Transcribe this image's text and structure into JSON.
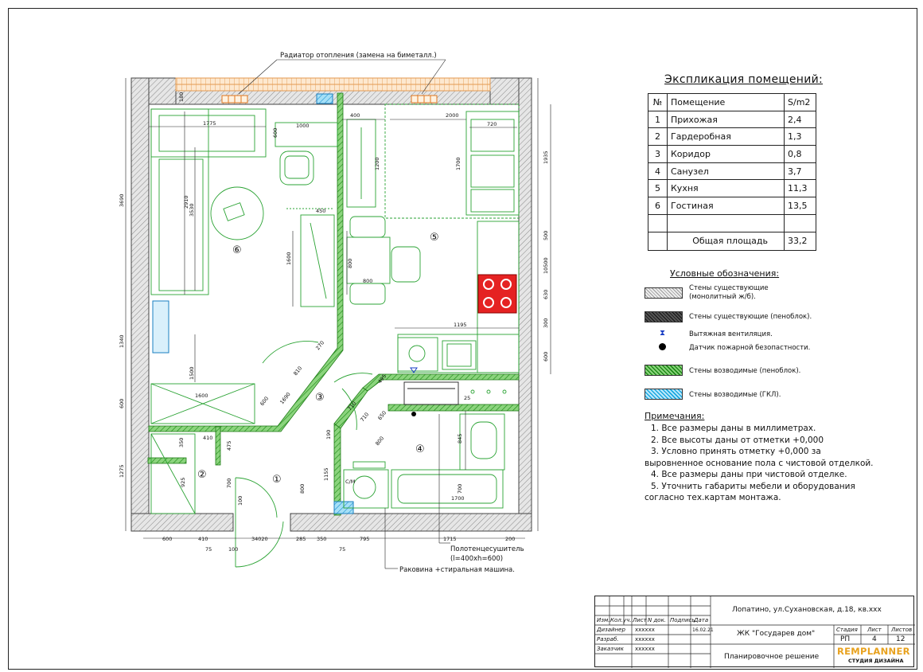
{
  "plan": {
    "radiator_note": "Радиатор отопления (замена на биметалл.)",
    "towel_note": "Полотенцесушитель",
    "towel_size": "(l=400xh=600)",
    "sink_note": "Раковина +стиральная машина.",
    "room_numbers": [
      "①",
      "②",
      "③",
      "④",
      "⑤",
      "⑥"
    ],
    "dims": {
      "d1775": "1775",
      "d1000": "1000",
      "d400": "400",
      "d2000": "2000",
      "d720": "720",
      "d600a": "600",
      "d1200": "1200",
      "d1700": "1700",
      "d3690": "3690",
      "d2910": "2910",
      "d3530": "3530",
      "d450": "450",
      "d1600a": "1600",
      "d800a": "800",
      "d800b": "800",
      "d1935": "1935",
      "d500": "500",
      "d10500": "10500",
      "d630": "630",
      "d300": "300",
      "d600b": "600",
      "d1195": "1195",
      "d1340": "1340",
      "d1500": "1500",
      "d270": "270",
      "d810": "810",
      "d1690": "1690",
      "d600c": "600",
      "d495": "495",
      "d710a": "710",
      "d710b": "710",
      "d650": "650",
      "d475": "475",
      "d350": "350",
      "d410a": "410",
      "d1600b": "1600",
      "d600d": "600",
      "d1275": "1275",
      "d925": "925",
      "d700a": "700",
      "d100": "100",
      "d800c": "800",
      "d1155": "1155",
      "d190": "190",
      "d800d": "800",
      "d845": "845",
      "d700b": "700",
      "d1700b": "1700",
      "d25": "25",
      "d180": "180",
      "b600": "600",
      "b410": "410",
      "b34020": "34020",
      "b285": "285",
      "b350": "350",
      "b795": "795",
      "b1715": "1715",
      "b200": "200",
      "b75a": "75",
      "b100": "100",
      "b75b": "75",
      "cm": "С/М"
    }
  },
  "explication": {
    "title": "Экспликация помещений:",
    "headers": [
      "№",
      "Помещение",
      "S/m2"
    ],
    "rows": [
      {
        "n": "1",
        "name": "Прихожая",
        "area": "2,4"
      },
      {
        "n": "2",
        "name": "Гардеробная",
        "area": "1,3"
      },
      {
        "n": "3",
        "name": "Коридор",
        "area": "0,8"
      },
      {
        "n": "4",
        "name": "Санузел",
        "area": "3,7"
      },
      {
        "n": "5",
        "name": "Кухня",
        "area": "11,3"
      },
      {
        "n": "6",
        "name": "Гостиная",
        "area": "13,5"
      }
    ],
    "total_label": "Общая площадь",
    "total_value": "33,2"
  },
  "legend": {
    "title": "Условные обозначения:",
    "items": [
      {
        "label": "Стены существующие",
        "label2": "(монолитный ж/б).",
        "color": "#9e9e9e"
      },
      {
        "label": "Стены существующие (пеноблок).",
        "label2": "",
        "color": "#555555"
      },
      {
        "label": "Вытяжная вентиляция.",
        "label2": "",
        "color": "#1a3ec4"
      },
      {
        "label": "Датчик пожарной безопастности.",
        "label2": "",
        "color": "#000000"
      },
      {
        "label": "Стены возводимые (пеноблок).",
        "label2": "",
        "color": "#35a62a"
      },
      {
        "label": "Стены возводимые (ГКЛ).",
        "label2": "",
        "color": "#1aa8e0"
      }
    ]
  },
  "notes": {
    "title": "Примечания:",
    "lines": [
      "1.    Все размеры даны в миллиметрах.",
      "2.    Все высоты даны от отметки +0,000",
      "3.    Условно принять отметку +0,000 за",
      "выровненное основание пола с чистовой отделкой.",
      "4.    Все размеры даны при чистовой отделке.",
      "5.    Уточнить габариты мебели и оборудования",
      "согласно тех.картам монтажа."
    ]
  },
  "titleblock": {
    "address": "Лопатино, ул.Сухановская, д.18, кв.ххх",
    "complex": "ЖК \"Государев дом\"",
    "sheet_title": "Планировочное решение",
    "col_headers": [
      "Изм.",
      "Кол.уч.",
      "Лист",
      "N док.",
      "Подпись",
      "Дата"
    ],
    "roles": [
      {
        "role": "Дизайнер",
        "name": "xxxxxx",
        "date": "16.02.21"
      },
      {
        "role": "Разраб.",
        "name": "xxxxxx",
        "date": ""
      },
      {
        "role": "Заказчик",
        "name": "xxxxxx",
        "date": ""
      }
    ],
    "stage_label": "Стадия",
    "sheet_label": "Лист",
    "sheets_label": "Листов",
    "stage": "РП",
    "sheet": "4",
    "sheets": "12",
    "logo_top": "REMPLANNER",
    "logo_bottom": "СТУДИЯ ДИЗАЙНА"
  }
}
